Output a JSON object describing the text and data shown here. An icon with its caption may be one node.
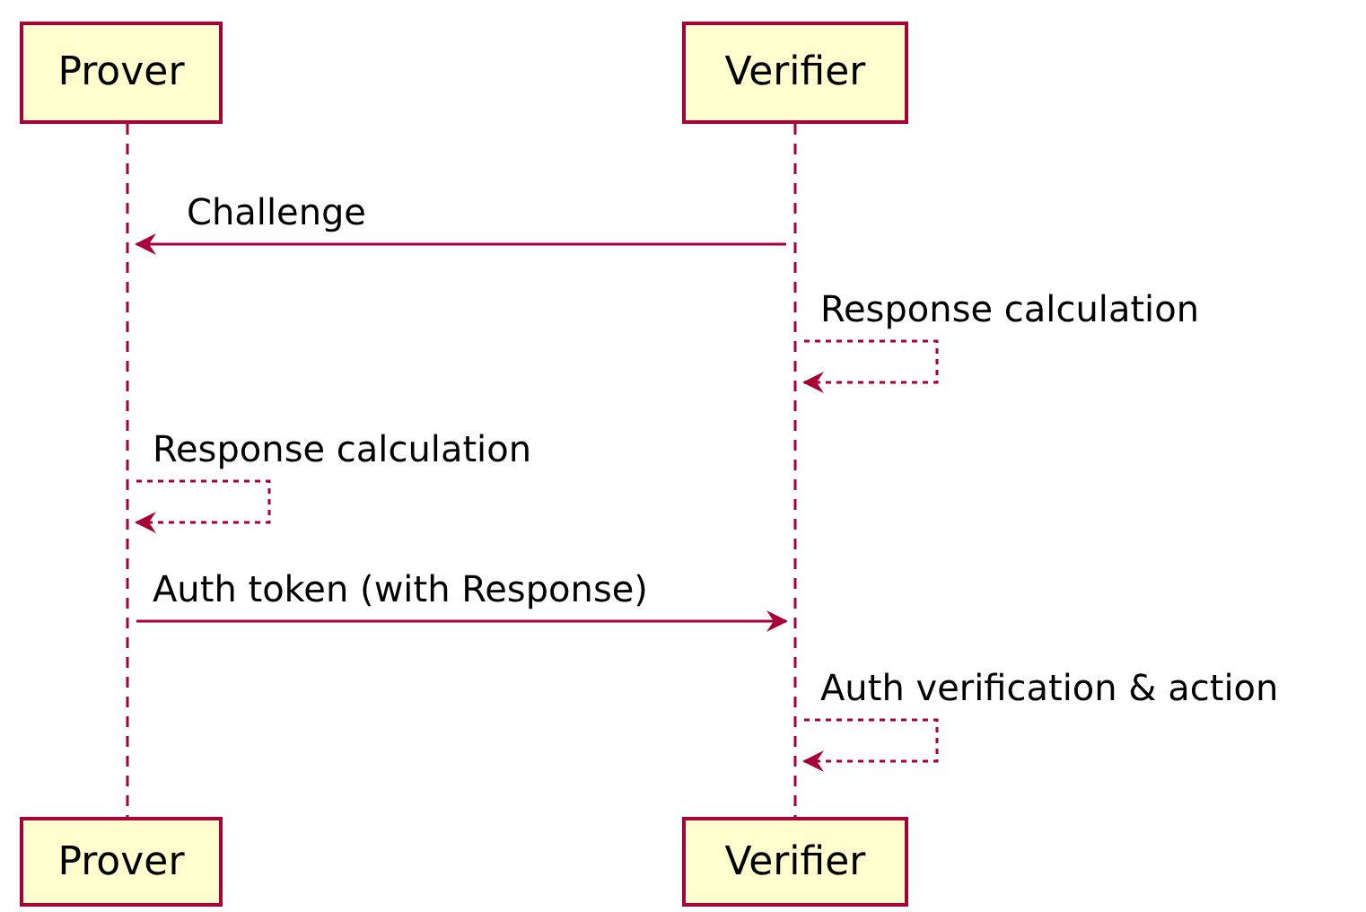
{
  "diagram": {
    "nodes": [
      {
        "text": [
          "Prover"
        ]
      },
      {
        "text": [
          "Verifier"
        ]
      },
      {
        "text": [],
        "shape": "line"
      },
      {
        "text": [],
        "shape": "line"
      },
      {
        "text": [
          "Prover"
        ]
      },
      {
        "text": [
          "Verifier"
        ]
      }
    ],
    "edges": [
      {
        "from": 3,
        "to": 2,
        "arrow": "to",
        "label": "Challenge"
      },
      {
        "from": 3,
        "to": 3,
        "arrow": "to",
        "label": "Response calculation",
        "style": "dashed"
      },
      {
        "from": 2,
        "to": 2,
        "arrow": "to",
        "label": "Response calculation",
        "style": "dashed"
      },
      {
        "from": 2,
        "to": 3,
        "arrow": "to",
        "label": "Auth token (with Response)"
      },
      {
        "from": 3,
        "to": 3,
        "arrow": "to",
        "label": "Auth verification & action",
        "style": "dashed"
      }
    ]
  }
}
